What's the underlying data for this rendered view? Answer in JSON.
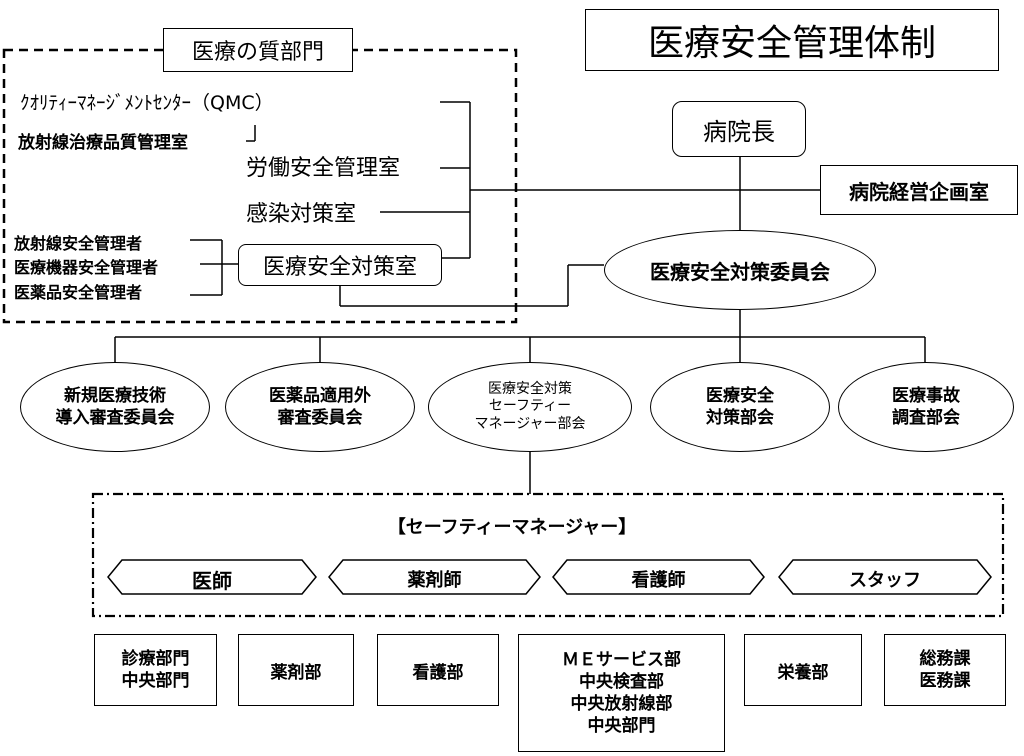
{
  "title": "医療安全管理体制",
  "quality_dept": {
    "label": "医療の質部門",
    "qmc": "ｸｵﾘﾃｨｰﾏﾈｰｼﾞﾒﾝﾄｾﾝﾀｰ（QMC）",
    "radiation_quality": "放射線治療品質管理室",
    "labor_safety": "労働安全管理室",
    "infection": "感染対策室",
    "safety_office": "医療安全対策室",
    "managers": [
      "放射線安全管理者",
      "医療機器安全管理者",
      "医薬品安全管理者"
    ]
  },
  "director": "病院長",
  "planning_office": "病院経営企画室",
  "committee": "医療安全対策委員会",
  "subcommittees": [
    "新規医療技術\n導入審査委員会",
    "医薬品適用外\n審査委員会",
    "医療安全対策\nセーフティー\nマネージャー部会",
    "医療安全\n対策部会",
    "医療事故\n調査部会"
  ],
  "safety_managers": {
    "heading": "【セーフティーマネージャー】",
    "roles": [
      "医師",
      "薬剤師",
      "看護師",
      "スタッフ"
    ]
  },
  "departments": [
    "診療部門\n中央部門",
    "薬剤部",
    "看護部",
    "ＭＥサービス部\n中央検査部\n中央放射線部\n中央部門",
    "栄養部",
    "総務課\n医務課"
  ]
}
